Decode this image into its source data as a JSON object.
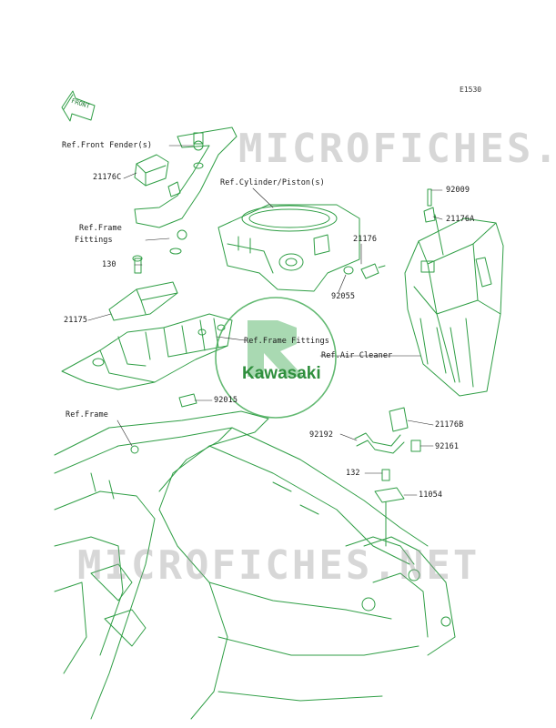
{
  "diagram_code": "E1530",
  "front_arrow_label": "FRONT",
  "watermark_text": "MICROFICHES.NET",
  "logo_text": "Kawasaki",
  "colors": {
    "line": "#2f9e45",
    "text": "#1a1a1a",
    "watermark": "#9a9a9a",
    "logo": "#2f8f3d"
  },
  "labels": {
    "ref_front_fender": "Ref.Front Fender(s)",
    "p21176c": "21176C",
    "ref_cylinder": "Ref.Cylinder/Piston(s)",
    "p92009": "92009",
    "p21176a": "21176A",
    "ref_frame_fittings_1": "Ref.Frame",
    "ref_frame_fittings_2": "Fittings",
    "p21176": "21176",
    "p130": "130",
    "p92055": "92055",
    "p21175": "21175",
    "ref_frame_fittings_r": "Ref.Frame Fittings",
    "ref_air_cleaner": "Ref.Air Cleaner",
    "p92015": "92015",
    "ref_frame": "Ref.Frame",
    "p92192": "92192",
    "p21176b": "21176B",
    "p92161": "92161",
    "p132": "132",
    "p11054": "11054"
  }
}
